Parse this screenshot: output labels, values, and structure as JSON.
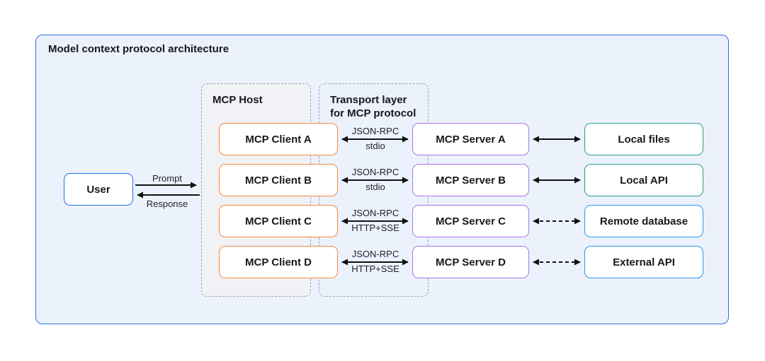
{
  "diagram": {
    "title": "Model context protocol architecture",
    "host_group": {
      "label": "MCP Host"
    },
    "transport_group": {
      "label_line1": "Transport layer",
      "label_line2": "for MCP protocol"
    },
    "user_box": {
      "label": "User"
    },
    "user_links": {
      "prompt": "Prompt",
      "response": "Response"
    },
    "clients": [
      {
        "label": "MCP Client A"
      },
      {
        "label": "MCP Client B"
      },
      {
        "label": "MCP Client C"
      },
      {
        "label": "MCP Client D"
      }
    ],
    "servers": [
      {
        "label": "MCP Server A"
      },
      {
        "label": "MCP Server B"
      },
      {
        "label": "MCP Server C"
      },
      {
        "label": "MCP Server D"
      }
    ],
    "resources": [
      {
        "label": "Local files",
        "kind": "local"
      },
      {
        "label": "Local API",
        "kind": "local"
      },
      {
        "label": "Remote database",
        "kind": "remote"
      },
      {
        "label": "External API",
        "kind": "remote"
      }
    ],
    "client_server_links": [
      {
        "protocol": "JSON-RPC",
        "transport": "stdio",
        "style": "solid"
      },
      {
        "protocol": "JSON-RPC",
        "transport": "stdio",
        "style": "solid"
      },
      {
        "protocol": "JSON-RPC",
        "transport": "HTTP+SSE",
        "style": "solid"
      },
      {
        "protocol": "JSON-RPC",
        "transport": "HTTP+SSE",
        "style": "solid"
      }
    ],
    "server_resource_links": [
      {
        "style": "solid"
      },
      {
        "style": "solid"
      },
      {
        "style": "dashed"
      },
      {
        "style": "dashed"
      }
    ],
    "colors": {
      "container_border": "#2d6fe3",
      "container_fill": "#ebf2fc",
      "user_border": "#2570e8",
      "client_border": "#f6893f",
      "server_border": "#aa74ee",
      "local_resource_border": "#2b9b93",
      "remote_resource_border": "#2d97e8",
      "group_border": "#9aa1a8",
      "host_fill": "#f1f2f5",
      "arrow": "#111111",
      "text": "#16191d"
    }
  }
}
